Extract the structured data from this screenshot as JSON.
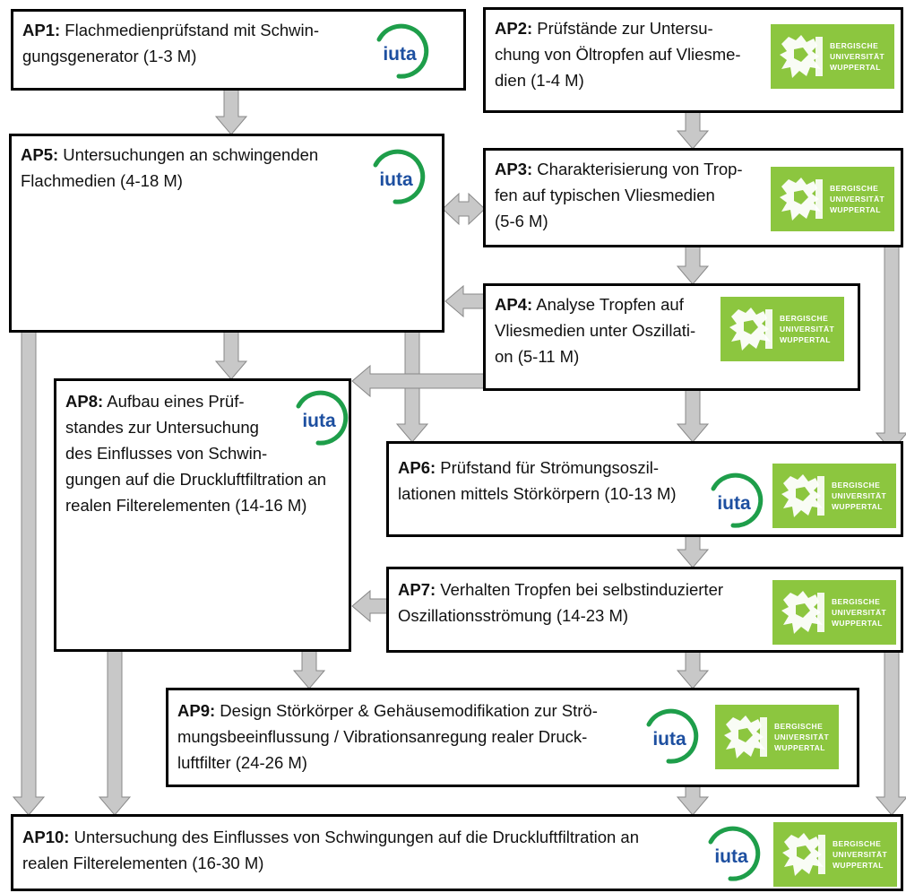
{
  "logos": {
    "iuta": {
      "text": "iuta",
      "ring_color": "#1e9e4a",
      "text_color": "#1d4fa0"
    },
    "buw": {
      "lines": [
        "BERGISCHE",
        "UNIVERSITÄT",
        "WUPPERTAL"
      ],
      "background": "#8cc63f"
    }
  },
  "arrow_color": "#c8c8c8",
  "boxes": {
    "ap1": {
      "code": "AP1:",
      "lines": [
        "Flachmedienprüfstand mit Schwin-",
        "gungsgenerator (1-3 M)"
      ]
    },
    "ap2": {
      "code": "AP2:",
      "lines": [
        "Prüfstände zur Untersu-",
        "chung von Öltropfen auf Vliesme-",
        "dien (1-4 M)"
      ]
    },
    "ap3": {
      "code": "AP3:",
      "lines": [
        "Charakterisierung von Trop-",
        "fen auf typischen Vliesmedien",
        "(5-6 M)"
      ]
    },
    "ap4": {
      "code": "AP4:",
      "lines": [
        "Analyse Tropfen auf",
        "Vliesmedien unter Oszillati-",
        "on (5-11 M)"
      ]
    },
    "ap5": {
      "code": "AP5:",
      "lines": [
        "Untersuchungen an schwingenden",
        "Flachmedien (4-18 M)"
      ]
    },
    "ap6": {
      "code": "AP6:",
      "lines": [
        "Prüfstand für Strömungsoszil-",
        "lationen mittels Störkörpern (10-13 M)"
      ]
    },
    "ap7": {
      "code": "AP7:",
      "lines": [
        "Verhalten Tropfen bei selbstinduzierter",
        "Oszillationsströmung (14-23 M)"
      ]
    },
    "ap8": {
      "code": "AP8:",
      "lines": [
        "Aufbau eines Prüf-",
        "standes zur Untersuchung",
        "des Einflusses von Schwin-",
        "gungen auf die Druckluftfiltration an",
        "realen Filterelementen (14-16 M)"
      ]
    },
    "ap9": {
      "code": "AP9:",
      "lines": [
        "Design Störkörper & Gehäusemodifikation zur Strö-",
        "mungsbeeinflussung / Vibrationsanregung realer Druck-",
        "luftfilter (24-26 M)"
      ]
    },
    "ap10": {
      "code": "AP10:",
      "lines": [
        "Untersuchung des Einflusses von Schwingungen auf die Druckluftfiltration an",
        "realen Filterelementen (16-30 M)"
      ]
    }
  }
}
